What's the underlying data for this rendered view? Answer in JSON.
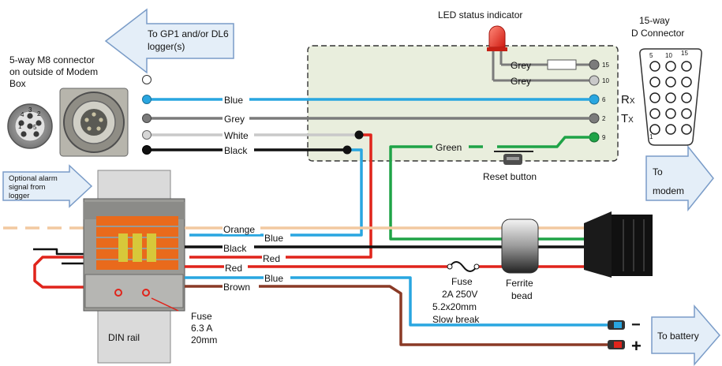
{
  "arrows": {
    "gp1": [
      "To GP1 and/or DL6",
      "logger(s)"
    ],
    "modem": [
      "To",
      "modem"
    ],
    "battery": "To battery",
    "alarm": [
      "Optional alarm",
      "signal from",
      "logger"
    ]
  },
  "m8": {
    "title": [
      "5-way M8 connector",
      "on outside of Modem",
      "Box"
    ],
    "pins": [
      "1",
      "2",
      "3",
      "4",
      "5"
    ]
  },
  "dconn": {
    "title": [
      "15-way",
      "D Connector"
    ],
    "pins": [
      "5",
      "10",
      "15",
      "1"
    ]
  },
  "led_label": "LED status indicator",
  "wires": {
    "blue": "Blue",
    "grey": "Grey",
    "white": "White",
    "black": "Black",
    "green": "Green",
    "orange": "Orange",
    "red": "Red",
    "brown": "Brown"
  },
  "pins_right": [
    "15",
    "10",
    "6",
    "2",
    "9"
  ],
  "rx": "R",
  "rx_sub": "X",
  "tx": "T",
  "tx_sub": "X",
  "reset_label": "Reset  button",
  "fuse_main": [
    "Fuse",
    "2A 250V",
    "5.2x20mm",
    "Slow break"
  ],
  "ferrite": [
    "Ferrite",
    "bead"
  ],
  "fuse_small": [
    "Fuse",
    "6.3 A",
    "20mm"
  ],
  "din_label": "DIN rail",
  "battery_signs": [
    "−",
    "+"
  ],
  "colors": {
    "blue": "#29a6e0",
    "grey": "#7b7b7b",
    "white": "#c9c9c9",
    "black": "#111111",
    "green": "#1fa347",
    "orange": "#f2c9a0",
    "red": "#e0241b",
    "brown": "#8a3a26",
    "panel": "#e9eedd",
    "arrow_fill": "#e4eef8",
    "arrow_stroke": "#7a9cc8"
  }
}
